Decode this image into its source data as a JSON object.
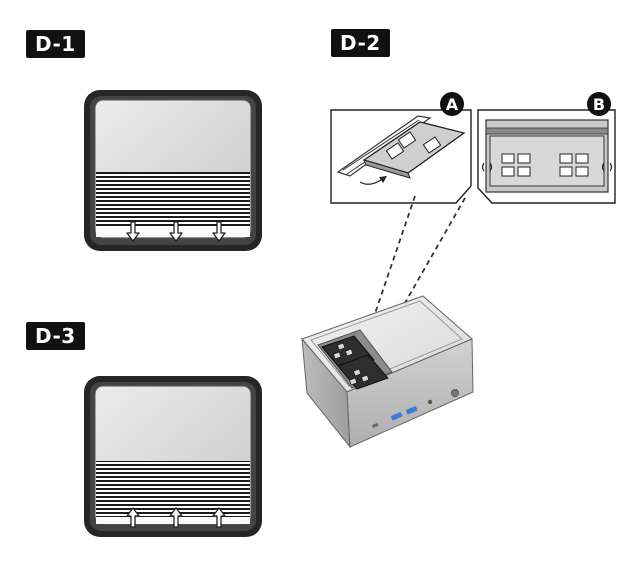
{
  "steps": {
    "d1": "D-1",
    "d2": "D-2",
    "d3": "D-3"
  },
  "callouts": {
    "a": "A",
    "b": "B"
  },
  "colors": {
    "badge_bg": "#111111",
    "panel_frame": "#222222",
    "panel_fill": "#d4d4d4",
    "device_body": "#c9c9c9",
    "port_blue": "#3d7bd9"
  },
  "icons": {
    "d1_arrows": "arrow-down-icon",
    "d3_arrows": "arrow-up-icon",
    "memory_module": "ram-module-icon",
    "mini_pc": "mini-pc-icon"
  }
}
